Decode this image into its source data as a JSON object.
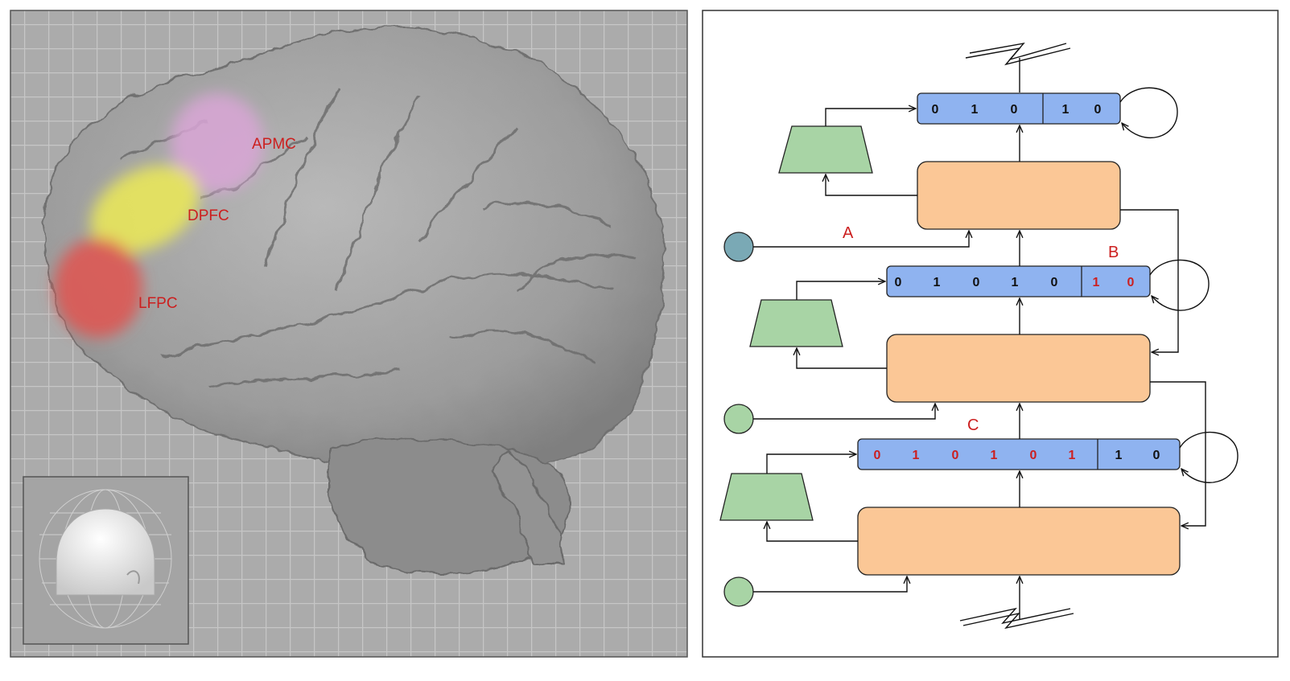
{
  "brain_panel": {
    "regions": [
      {
        "id": "apmc",
        "label": "APMC",
        "color": "#d9a6d6"
      },
      {
        "id": "dpfc",
        "label": "DPFC",
        "color": "#ecea55"
      },
      {
        "id": "lfpc",
        "label": "LFPC",
        "color": "#e0534f"
      }
    ],
    "label_color": "#cc1f1f",
    "background_color": "#a9a9a9",
    "grid_color": "#c4c4c4"
  },
  "diagram_panel": {
    "labels": {
      "a": "A",
      "b": "B",
      "c": "C"
    },
    "registers": {
      "top": {
        "left": [
          {
            "v": "0",
            "red": false
          },
          {
            "v": "1",
            "red": false
          },
          {
            "v": "0",
            "red": false
          }
        ],
        "right": [
          {
            "v": "1",
            "red": false
          },
          {
            "v": "0",
            "red": false
          }
        ]
      },
      "middle": {
        "left": [
          {
            "v": "0",
            "red": false
          },
          {
            "v": "1",
            "red": false
          },
          {
            "v": "0",
            "red": false
          },
          {
            "v": "1",
            "red": false
          },
          {
            "v": "0",
            "red": false
          }
        ],
        "right": [
          {
            "v": "1",
            "red": true
          },
          {
            "v": "0",
            "red": true
          }
        ]
      },
      "bottom": {
        "left": [
          {
            "v": "0",
            "red": true
          },
          {
            "v": "1",
            "red": true
          },
          {
            "v": "0",
            "red": true
          },
          {
            "v": "1",
            "red": true
          },
          {
            "v": "0",
            "red": true
          },
          {
            "v": "1",
            "red": true
          }
        ],
        "right": [
          {
            "v": "1",
            "red": false
          },
          {
            "v": "0",
            "red": false
          }
        ]
      }
    },
    "colors": {
      "register_fill": "#8fb3f0",
      "block_fill": "#fbc796",
      "trapezoid_fill": "#a8d4a5",
      "input_top_fill": "#7aa9b5",
      "input_fill": "#a8d4a5",
      "bit_black": "#111111",
      "bit_red": "#cc1f1f"
    }
  }
}
